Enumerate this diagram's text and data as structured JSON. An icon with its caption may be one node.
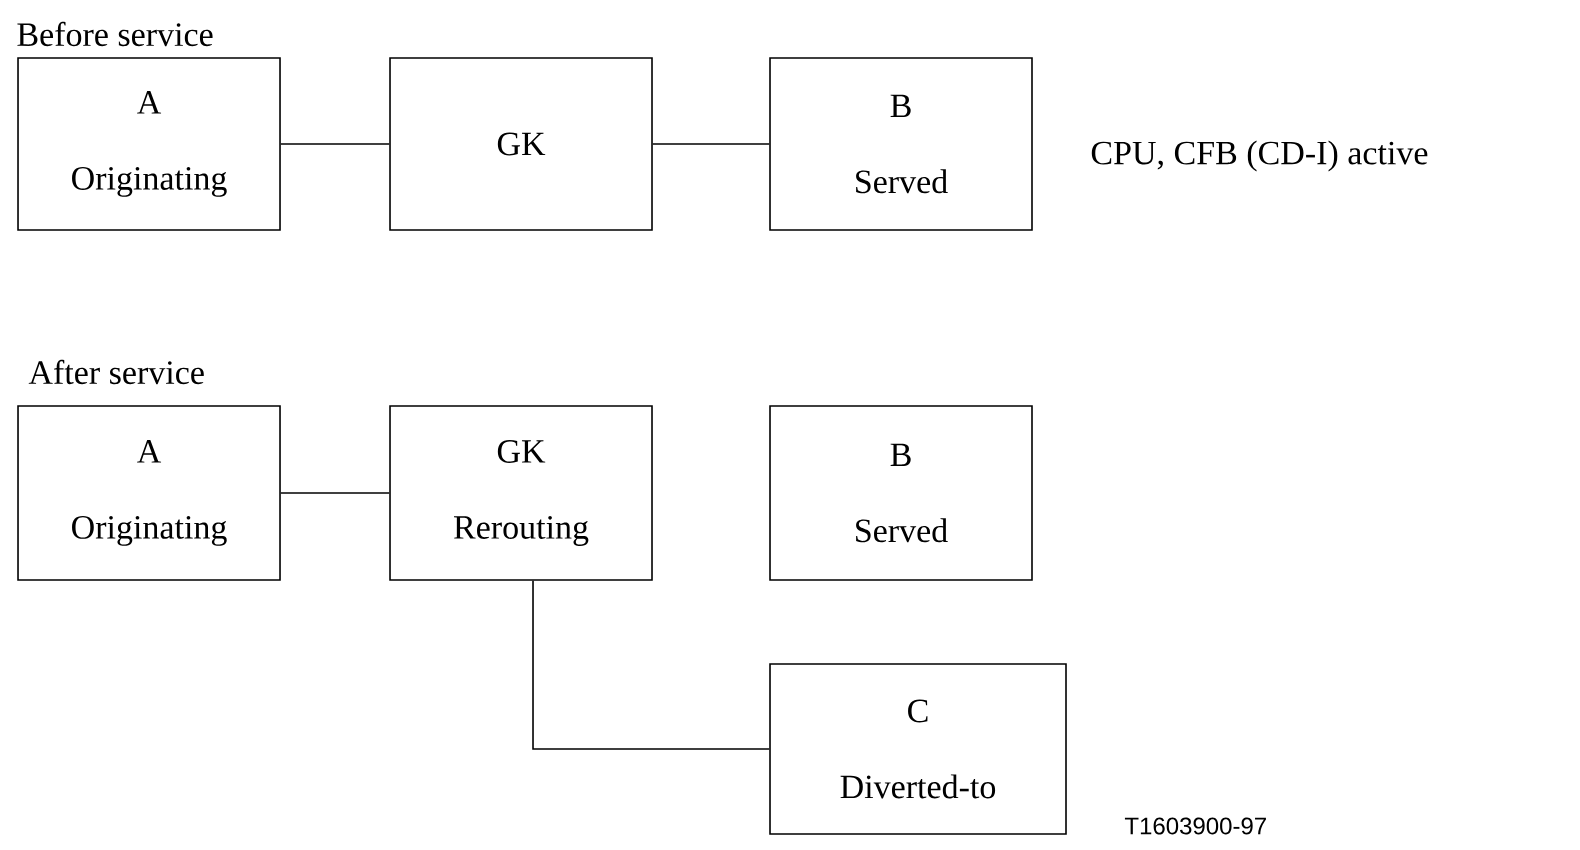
{
  "diagram": {
    "nodes": [
      {
        "text": [
          "A",
          "Originating"
        ]
      },
      {
        "text": [
          "GK"
        ]
      },
      {
        "text": [
          "B",
          "Served"
        ]
      },
      {
        "text": [
          "A",
          "Originating"
        ]
      },
      {
        "text": [
          "GK",
          "Rerouting"
        ]
      },
      {
        "text": [
          "B",
          "Served"
        ]
      },
      {
        "text": [
          "C",
          "Diverted-to"
        ]
      }
    ],
    "edges": [
      {
        "from": 0,
        "to": 1,
        "arrow": "none"
      },
      {
        "from": 1,
        "to": 2,
        "arrow": "none"
      },
      {
        "from": 3,
        "to": 4,
        "arrow": "none"
      },
      {
        "from": 4,
        "to": 6,
        "arrow": "none"
      }
    ],
    "labels": [
      "Before service",
      "CPU, CFB (CD-I) active",
      "After service",
      "T1603900-97"
    ]
  }
}
